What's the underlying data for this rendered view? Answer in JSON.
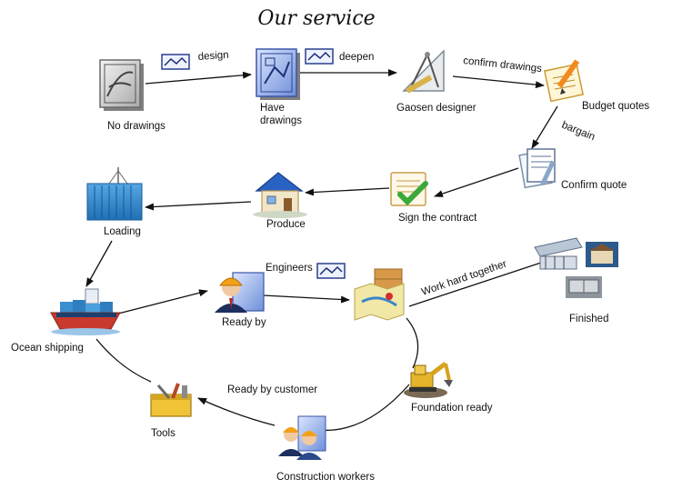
{
  "title": "Our service",
  "nodes": {
    "no_drawings": "No drawings",
    "have_drawings_l1": "Have",
    "have_drawings_l2": "drawings",
    "gaosen_designer": "Gaosen designer",
    "budget_quotes": "Budget quotes",
    "confirm_quote": "Confirm quote",
    "sign_contract": "Sign the contract",
    "produce": "Produce",
    "loading": "Loading",
    "ocean_shipping": "Ocean shipping",
    "ready_by": "Ready by",
    "finished": "Finished",
    "foundation_ready": "Foundation ready",
    "construction_workers": "Construction workers",
    "tools": "Tools"
  },
  "edges": {
    "design": "design",
    "deepen": "deepen",
    "confirm_drawings": "confirm drawings",
    "bargain": "bargain",
    "engineers": "Engineers",
    "work_hard": "Work hard together",
    "ready_by_customer": "Ready by customer"
  },
  "icons": [
    "drawing-document-icon",
    "blueprint-document-icon",
    "drafting-tools-icon",
    "budget-pencil-icon",
    "quote-document-icon",
    "contract-check-icon",
    "house-icon",
    "container-crane-icon",
    "cargo-ship-icon",
    "engineer-icon",
    "map-package-icon",
    "prefab-buildings-icon",
    "excavator-icon",
    "workers-icon",
    "toolbox-icon",
    "blueprint-card-icon"
  ],
  "colors": {
    "line": "#111111",
    "container": "#2f86c8",
    "roof": "#2a62c4",
    "ship_hull": "#c83a2e",
    "hard_hat": "#f2a11a"
  }
}
